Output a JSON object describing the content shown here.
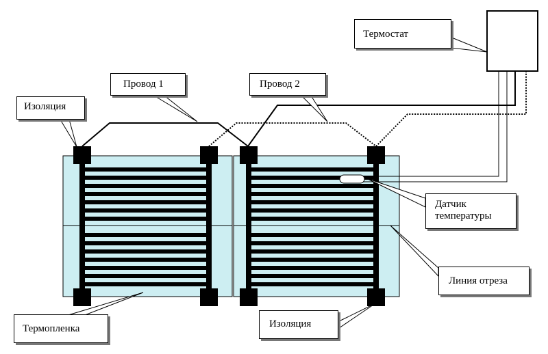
{
  "labels": {
    "thermostat": "Термостат",
    "wire1": "Провод 1",
    "wire2": "Провод 2",
    "insulation_top": "Изоляция",
    "insulation_bottom": "Изоляция",
    "sensor_line1": "Датчик",
    "sensor_line2": "температуры",
    "cut_line": "Линия отреза",
    "film": "Термопленка"
  },
  "colors": {
    "film": "#cdeef2",
    "conductor": "#000000",
    "background": "#ffffff"
  }
}
